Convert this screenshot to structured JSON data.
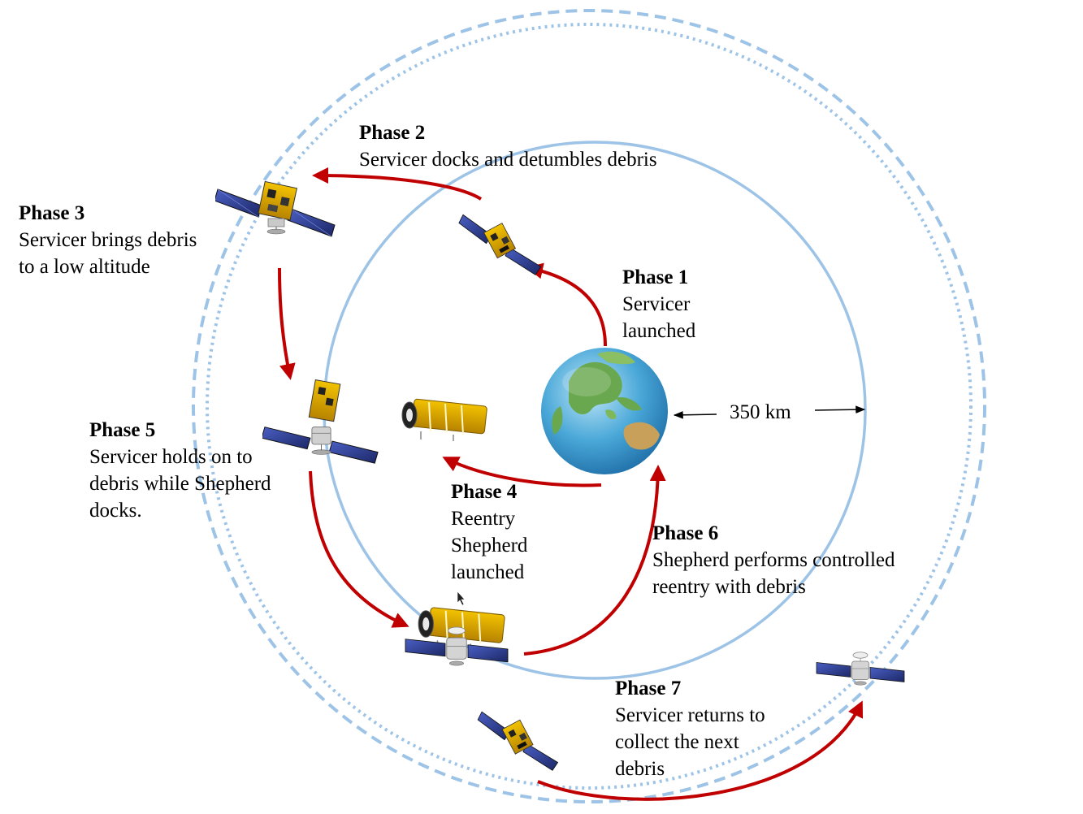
{
  "colors": {
    "orbit": "#9dc3e6",
    "arrow": "#c00000",
    "panel": "#2b3a8c",
    "gold": "#d9a400",
    "ocean": "#4aa8d8",
    "land": "#6aa84f"
  },
  "icons": [
    "earth-icon",
    "servicer-satellite-icon",
    "shepherd-spacecraft-icon",
    "debris-satellite-icon",
    "cursor-icon"
  ],
  "phases": [
    {
      "title": "Phase 1",
      "lines": [
        "Servicer",
        "launched"
      ]
    },
    {
      "title": "Phase 2",
      "lines": [
        "Servicer docks and detumbles debris"
      ]
    },
    {
      "title": "Phase 3",
      "lines": [
        "Servicer brings debris",
        "to a low altitude"
      ]
    },
    {
      "title": "Phase 4",
      "lines": [
        "Reentry",
        "Shepherd",
        "launched"
      ]
    },
    {
      "title": "Phase 5",
      "lines": [
        "Servicer holds on to",
        "debris while Shepherd",
        "docks."
      ]
    },
    {
      "title": "Phase 6",
      "lines": [
        "Shepherd performs controlled",
        "reentry with debris"
      ]
    },
    {
      "title": "Phase 7",
      "lines": [
        "Servicer returns to",
        "collect the next",
        "debris"
      ]
    }
  ],
  "distance_label": "350 km"
}
